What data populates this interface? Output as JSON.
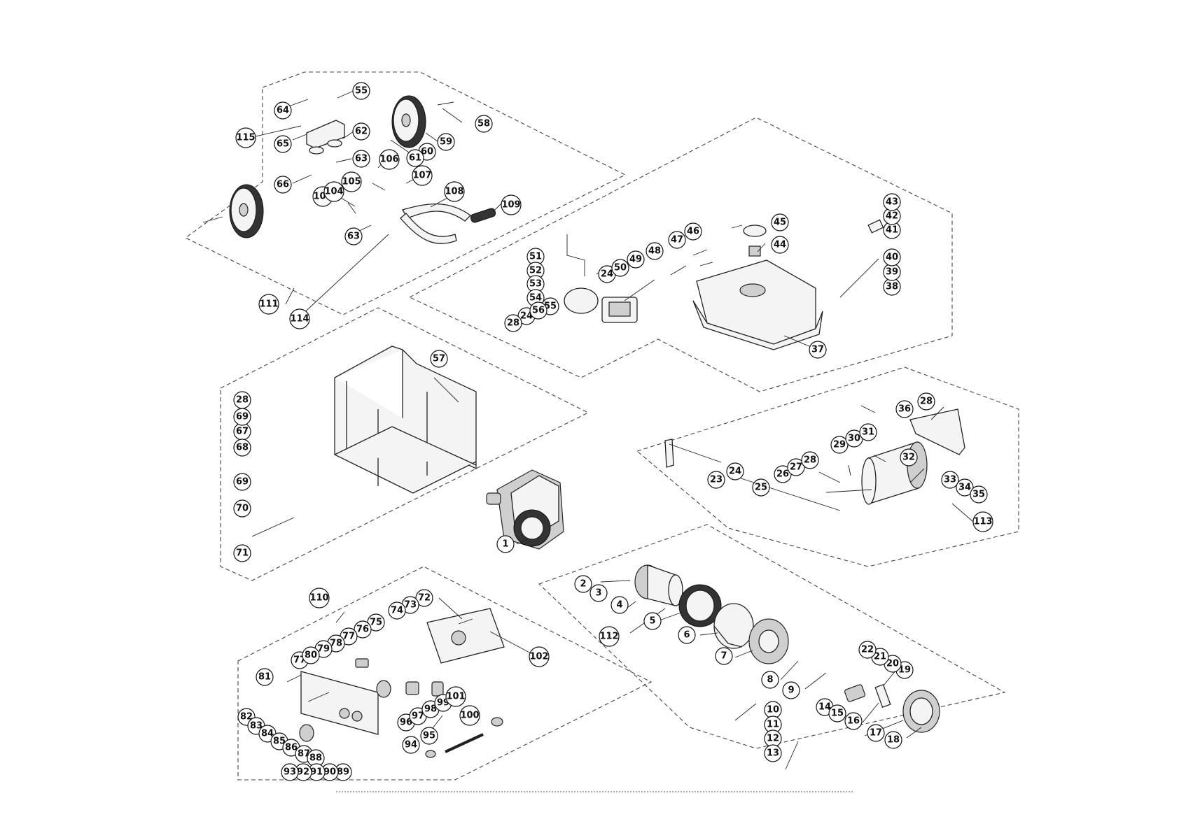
{
  "callouts": [
    {
      "id": "c1",
      "label": "1"
    },
    {
      "id": "c2",
      "label": "2"
    },
    {
      "id": "c3",
      "label": "3"
    },
    {
      "id": "c4",
      "label": "4"
    },
    {
      "id": "c5",
      "label": "5"
    },
    {
      "id": "c6",
      "label": "6"
    },
    {
      "id": "c7",
      "label": "7"
    },
    {
      "id": "c8",
      "label": "8"
    },
    {
      "id": "c9",
      "label": "9"
    },
    {
      "id": "c10",
      "label": "10"
    },
    {
      "id": "c11",
      "label": "11"
    },
    {
      "id": "c12",
      "label": "12"
    },
    {
      "id": "c13",
      "label": "13"
    },
    {
      "id": "c14",
      "label": "14"
    },
    {
      "id": "c15",
      "label": "15"
    },
    {
      "id": "c16",
      "label": "16"
    },
    {
      "id": "c17",
      "label": "17"
    },
    {
      "id": "c18",
      "label": "18"
    },
    {
      "id": "c19",
      "label": "19"
    },
    {
      "id": "c20",
      "label": "20"
    },
    {
      "id": "c21",
      "label": "21"
    },
    {
      "id": "c22",
      "label": "22"
    },
    {
      "id": "c23",
      "label": "23"
    },
    {
      "id": "c24a",
      "label": "24"
    },
    {
      "id": "c24b",
      "label": "24"
    },
    {
      "id": "c24c",
      "label": "24"
    },
    {
      "id": "c25",
      "label": "25"
    },
    {
      "id": "c26",
      "label": "26"
    },
    {
      "id": "c27",
      "label": "27"
    },
    {
      "id": "c28a",
      "label": "28"
    },
    {
      "id": "c28b",
      "label": "28"
    },
    {
      "id": "c28c",
      "label": "28"
    },
    {
      "id": "c28d",
      "label": "28"
    },
    {
      "id": "c29",
      "label": "29"
    },
    {
      "id": "c30",
      "label": "30"
    },
    {
      "id": "c31",
      "label": "31"
    },
    {
      "id": "c32",
      "label": "32"
    },
    {
      "id": "c33",
      "label": "33"
    },
    {
      "id": "c34",
      "label": "34"
    },
    {
      "id": "c35",
      "label": "35"
    },
    {
      "id": "c36",
      "label": "36"
    },
    {
      "id": "c37",
      "label": "37"
    },
    {
      "id": "c38",
      "label": "38"
    },
    {
      "id": "c39",
      "label": "39"
    },
    {
      "id": "c40",
      "label": "40"
    },
    {
      "id": "c41",
      "label": "41"
    },
    {
      "id": "c42",
      "label": "42"
    },
    {
      "id": "c43",
      "label": "43"
    },
    {
      "id": "c44",
      "label": "44"
    },
    {
      "id": "c45",
      "label": "45"
    },
    {
      "id": "c46",
      "label": "46"
    },
    {
      "id": "c47",
      "label": "47"
    },
    {
      "id": "c48",
      "label": "48"
    },
    {
      "id": "c49",
      "label": "49"
    },
    {
      "id": "c50",
      "label": "50"
    },
    {
      "id": "c51",
      "label": "51"
    },
    {
      "id": "c52",
      "label": "52"
    },
    {
      "id": "c53",
      "label": "53"
    },
    {
      "id": "c54",
      "label": "54"
    },
    {
      "id": "c55a",
      "label": "55"
    },
    {
      "id": "c55b",
      "label": "55"
    },
    {
      "id": "c56",
      "label": "56"
    },
    {
      "id": "c57",
      "label": "57"
    },
    {
      "id": "c58",
      "label": "58"
    },
    {
      "id": "c59",
      "label": "59"
    },
    {
      "id": "c60",
      "label": "60"
    },
    {
      "id": "c61",
      "label": "61"
    },
    {
      "id": "c62",
      "label": "62"
    },
    {
      "id": "c63a",
      "label": "63"
    },
    {
      "id": "c63b",
      "label": "63"
    },
    {
      "id": "c64",
      "label": "64"
    },
    {
      "id": "c65",
      "label": "65"
    },
    {
      "id": "c66",
      "label": "66"
    },
    {
      "id": "c67",
      "label": "67"
    },
    {
      "id": "c68",
      "label": "68"
    },
    {
      "id": "c69a",
      "label": "69"
    },
    {
      "id": "c69b",
      "label": "69"
    },
    {
      "id": "c70",
      "label": "70"
    },
    {
      "id": "c71",
      "label": "71"
    },
    {
      "id": "c72",
      "label": "72"
    },
    {
      "id": "c73",
      "label": "73"
    },
    {
      "id": "c74",
      "label": "74"
    },
    {
      "id": "c75",
      "label": "75"
    },
    {
      "id": "c76",
      "label": "76"
    },
    {
      "id": "c77a",
      "label": "77"
    },
    {
      "id": "c77b",
      "label": "77"
    },
    {
      "id": "c78",
      "label": "78"
    },
    {
      "id": "c79",
      "label": "79"
    },
    {
      "id": "c80",
      "label": "80"
    },
    {
      "id": "c81",
      "label": "81"
    },
    {
      "id": "c82",
      "label": "82"
    },
    {
      "id": "c83",
      "label": "83"
    },
    {
      "id": "c84",
      "label": "84"
    },
    {
      "id": "c85",
      "label": "85"
    },
    {
      "id": "c86",
      "label": "86"
    },
    {
      "id": "c87",
      "label": "87"
    },
    {
      "id": "c88",
      "label": "88"
    },
    {
      "id": "c89",
      "label": "89"
    },
    {
      "id": "c90",
      "label": "90"
    },
    {
      "id": "c91",
      "label": "91"
    },
    {
      "id": "c92",
      "label": "92"
    },
    {
      "id": "c93",
      "label": "93"
    },
    {
      "id": "c94",
      "label": "94"
    },
    {
      "id": "c95",
      "label": "95"
    },
    {
      "id": "c96",
      "label": "96"
    },
    {
      "id": "c97",
      "label": "97"
    },
    {
      "id": "c98",
      "label": "98"
    },
    {
      "id": "c99",
      "label": "99"
    },
    {
      "id": "c100",
      "label": "100"
    },
    {
      "id": "c101",
      "label": "101"
    },
    {
      "id": "c102",
      "label": "102"
    },
    {
      "id": "c103",
      "label": "103"
    },
    {
      "id": "c104",
      "label": "104"
    },
    {
      "id": "c105",
      "label": "105"
    },
    {
      "id": "c106",
      "label": "106"
    },
    {
      "id": "c107",
      "label": "107"
    },
    {
      "id": "c108",
      "label": "108"
    },
    {
      "id": "c109",
      "label": "109"
    },
    {
      "id": "c110",
      "label": "110"
    },
    {
      "id": "c111",
      "label": "111"
    },
    {
      "id": "c112",
      "label": "112"
    },
    {
      "id": "c113",
      "label": "113"
    },
    {
      "id": "c114",
      "label": "114"
    },
    {
      "id": "c115",
      "label": "115"
    }
  ]
}
